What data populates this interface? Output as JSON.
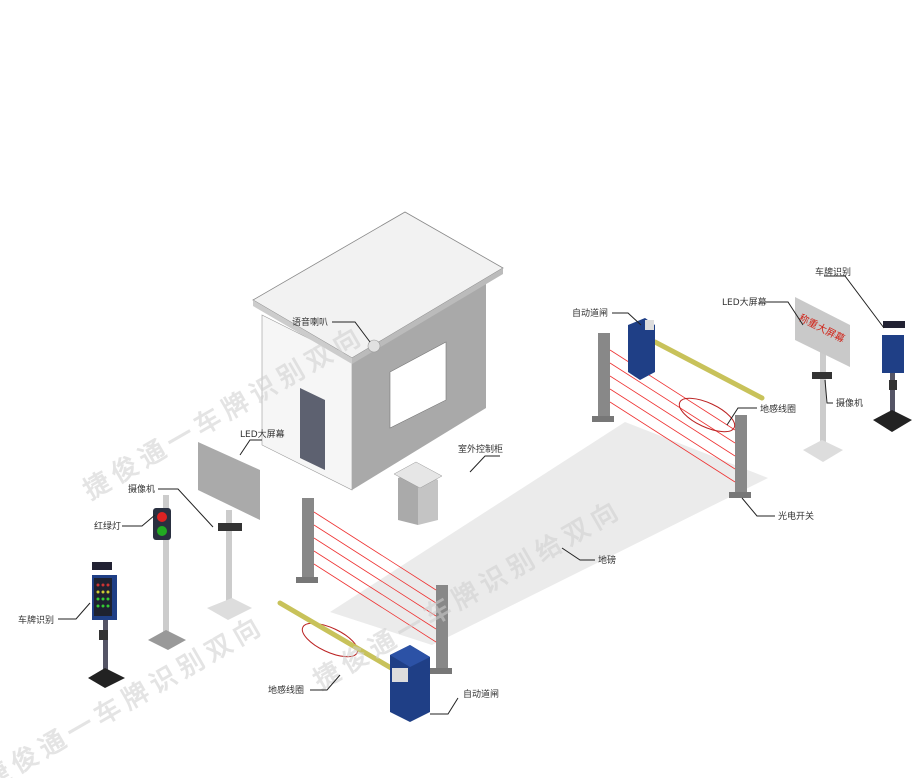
{
  "labels": {
    "speaker": "语音喇叭",
    "led_left": "LED大屏幕",
    "cabinet": "室外控制柜",
    "camera_left": "摄像机",
    "traffic_light": "红绿灯",
    "lpr_left": "车牌识别",
    "loop_left": "地感线圈",
    "gate_bottom": "自动道闸",
    "scale": "地磅",
    "photo_switch": "光电开关",
    "gate_top": "自动道闸",
    "led_right": "LED大屏幕",
    "lpr_right": "车牌识别",
    "camera_right": "摄像机",
    "loop_right": "地感线圈"
  },
  "led_screen_text": "称重大屏幕",
  "watermarks": [
    "捷俊通一车牌识别双向",
    "捷俊通一车牌识别给双向",
    "捷俊通一车牌识别双向"
  ],
  "colors": {
    "gate_blue": "#1f3f86",
    "beam_red": "#e33333",
    "arm_yellow": "#c8c25a"
  }
}
